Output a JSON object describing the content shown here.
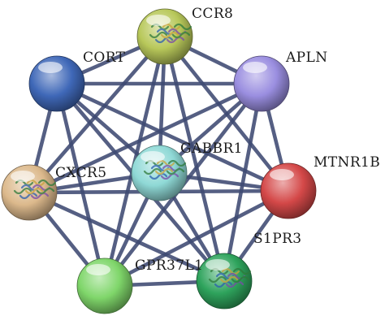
{
  "nodes": [
    {
      "id": "CCR8",
      "label": "CCR8",
      "color": "#b8c85a",
      "structure": true
    },
    {
      "id": "CORT",
      "label": "CORT",
      "color": "#3f68b8",
      "structure": false
    },
    {
      "id": "APLN",
      "label": "APLN",
      "color": "#9a8ee0",
      "structure": false
    },
    {
      "id": "GABBR1",
      "label": "GABBR1",
      "color": "#8fd9d6",
      "structure": true
    },
    {
      "id": "MTNR1B",
      "label": "MTNR1B",
      "color": "#d44848",
      "structure": false
    },
    {
      "id": "CXCR5",
      "label": "CXCR5",
      "color": "#dcb98c",
      "structure": true
    },
    {
      "id": "GPR37L1",
      "label": "GPR37L1",
      "color": "#7fd66a",
      "structure": false
    },
    {
      "id": "S1PR3",
      "label": "S1PR3",
      "color": "#2ea35c",
      "structure": true
    }
  ],
  "edges": [
    [
      "CCR8",
      "CORT"
    ],
    [
      "CCR8",
      "APLN"
    ],
    [
      "CCR8",
      "GABBR1"
    ],
    [
      "CCR8",
      "MTNR1B"
    ],
    [
      "CCR8",
      "CXCR5"
    ],
    [
      "CCR8",
      "GPR37L1"
    ],
    [
      "CCR8",
      "S1PR3"
    ],
    [
      "CORT",
      "APLN"
    ],
    [
      "CORT",
      "GABBR1"
    ],
    [
      "CORT",
      "MTNR1B"
    ],
    [
      "CORT",
      "CXCR5"
    ],
    [
      "CORT",
      "GPR37L1"
    ],
    [
      "CORT",
      "S1PR3"
    ],
    [
      "APLN",
      "GABBR1"
    ],
    [
      "APLN",
      "MTNR1B"
    ],
    [
      "APLN",
      "CXCR5"
    ],
    [
      "APLN",
      "GPR37L1"
    ],
    [
      "APLN",
      "S1PR3"
    ],
    [
      "GABBR1",
      "MTNR1B"
    ],
    [
      "GABBR1",
      "CXCR5"
    ],
    [
      "GABBR1",
      "GPR37L1"
    ],
    [
      "GABBR1",
      "S1PR3"
    ],
    [
      "MTNR1B",
      "CXCR5"
    ],
    [
      "MTNR1B",
      "GPR37L1"
    ],
    [
      "MTNR1B",
      "S1PR3"
    ],
    [
      "CXCR5",
      "GPR37L1"
    ],
    [
      "CXCR5",
      "S1PR3"
    ],
    [
      "GPR37L1",
      "S1PR3"
    ]
  ]
}
